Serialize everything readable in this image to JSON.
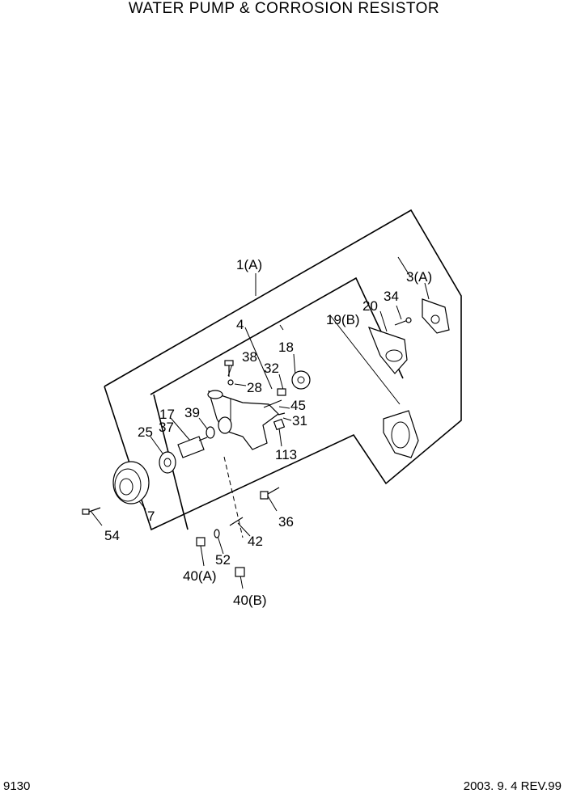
{
  "header": {
    "title": "WATER PUMP  & CORROSION RESISTOR"
  },
  "footer": {
    "page": "9130",
    "revision": "2003. 9. 4 REV.99"
  },
  "callouts": {
    "c1a": "1(A)",
    "c3a": "3(A)",
    "c4": "4",
    "c7": "7",
    "c17": "17",
    "c18": "18",
    "c19b": "19(B)",
    "c20": "20",
    "c25": "25",
    "c28": "28",
    "c31": "31",
    "c32": "32",
    "c34": "34",
    "c36": "36",
    "c37": "37",
    "c38": "38",
    "c39": "39",
    "c40a": "40(A)",
    "c40b": "40(B)",
    "c42": "42",
    "c45": "45",
    "c52": "52",
    "c54": "54",
    "c113": "113"
  }
}
